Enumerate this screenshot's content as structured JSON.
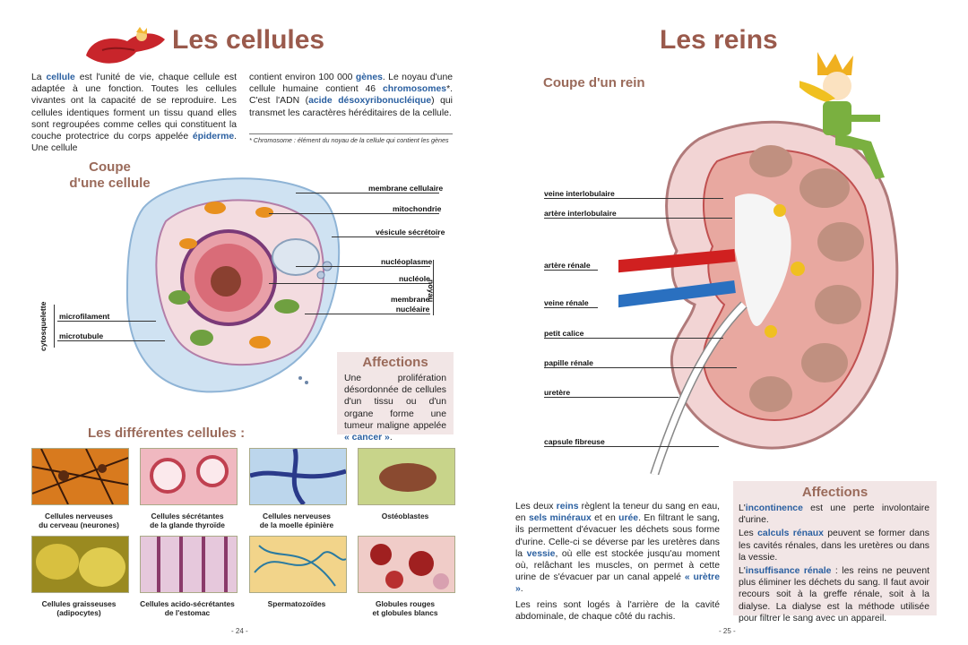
{
  "left": {
    "title": "Les cellules",
    "intro_col1": [
      {
        "t": "La "
      },
      {
        "t": "cellule",
        "k": true
      },
      {
        "t": " est l'unité de vie, chaque cellule est adaptée à une fonction. Toutes les cellules vivantes ont la capacité de se reproduire. Les cellules identiques forment un tissu quand elles sont regroupées comme celles qui constituent la couche protectrice du corps appelée "
      },
      {
        "t": "épiderme",
        "k": true
      },
      {
        "t": ". Une cellule"
      }
    ],
    "intro_col2": [
      {
        "t": "contient environ 100 000 "
      },
      {
        "t": "gènes",
        "k": true
      },
      {
        "t": ". Le noyau d'une cellule humaine contient 46 "
      },
      {
        "t": "chromosomes",
        "k": true
      },
      {
        "t": "*. C'est l'ADN ("
      },
      {
        "t": "acide désoxyribonucléique",
        "k": true
      },
      {
        "t": ") qui transmet les caractères héréditaires de la cellule."
      }
    ],
    "footnote": "* Chromosome : élément du noyau de la cellule qui contient les gènes",
    "section_title_1": "Coupe",
    "section_title_2": "d'une cellule",
    "labels": {
      "membrane": "membrane cellulaire",
      "mito": "mitochondrie",
      "vesicule": "vésicule sécrétoire",
      "nucleoplasme": "nucléoplasme",
      "nucleole": "nucléole",
      "membrane_nuc_1": "membrane",
      "membrane_nuc_2": "nucléaire",
      "noyau": "noyau",
      "microfilament": "microfilament",
      "microtubule": "microtubule",
      "cytosquelette": "cytosquelette"
    },
    "affections_title": "Affections",
    "affections_text": [
      {
        "t": "Une prolifération désordonnée de cellules d'un tissu ou d'un organe forme une tumeur maligne appelée "
      },
      {
        "t": "« cancer »",
        "k": true
      },
      {
        "t": "."
      }
    ],
    "types_title": "Les différentes cellules :",
    "cells": [
      {
        "l1": "Cellules nerveuses",
        "l2": "du cerveau (neurones)"
      },
      {
        "l1": "Cellules sécrétantes",
        "l2": "de la glande thyroïde"
      },
      {
        "l1": "Cellules nerveuses",
        "l2": "de la moelle épinière"
      },
      {
        "l1": "Ostéoblastes",
        "l2": ""
      },
      {
        "l1": "Cellules graisseuses",
        "l2": "(adipocytes)"
      },
      {
        "l1": "Cellules acido-sécrétantes",
        "l2": "de l'estomac"
      },
      {
        "l1": "Spermatozoïdes",
        "l2": ""
      },
      {
        "l1": "Globules rouges",
        "l2": "et globules blancs"
      }
    ],
    "page_number": "- 24 -"
  },
  "right": {
    "title": "Les reins",
    "section_title": "Coupe d'un rein",
    "labels": {
      "veine_inter": "veine interlobulaire",
      "artere_inter": "artère interlobulaire",
      "artere_renale": "artère rénale",
      "veine_renale": "veine rénale",
      "petit_calice": "petit calice",
      "papille": "papille rénale",
      "uretere": "uretère",
      "capsule": "capsule fibreuse"
    },
    "text_p1": [
      {
        "t": "Les deux "
      },
      {
        "t": "reins",
        "k": true
      },
      {
        "t": " règlent la teneur du sang en eau, en "
      },
      {
        "t": "sels minéraux",
        "k": true
      },
      {
        "t": " et en "
      },
      {
        "t": "urée",
        "k": true
      },
      {
        "t": ". En filtrant le sang, ils permettent d'évacuer les déchets sous forme d'urine. Celle-ci se déverse par les uretères dans la "
      },
      {
        "t": "vessie",
        "k": true
      },
      {
        "t": ", où elle est stockée jusqu'au moment où, relâchant les muscles, on permet à cette urine de s'évacuer par un canal appelé "
      },
      {
        "t": "« urètre »",
        "k": true
      },
      {
        "t": "."
      }
    ],
    "text_p2": "Les reins sont logés à l'arrière de la cavité abdominale, de chaque côté du rachis.",
    "affections_title": "Affections",
    "aff_p1": [
      {
        "t": "L'"
      },
      {
        "t": "incontinence",
        "k": true
      },
      {
        "t": " est une perte involontaire d'urine."
      }
    ],
    "aff_p2": [
      {
        "t": "Les "
      },
      {
        "t": "calculs rénaux",
        "k": true
      },
      {
        "t": " peuvent se former dans les cavités rénales, dans les uretères ou dans la vessie."
      }
    ],
    "aff_p3": [
      {
        "t": "L'"
      },
      {
        "t": "insuffisance rénale",
        "k": true
      },
      {
        "t": " : les reins ne peuvent plus éliminer les déchets du sang. Il faut avoir recours soit à la greffe rénale, soit à la dialyse. La dialyse est la méthode utilisée pour filtrer le sang avec un appareil."
      }
    ],
    "page_number": "- 25 -"
  },
  "colors": {
    "title": "#9a5a4c",
    "keyword": "#2a5fa0",
    "box": "#f2e6e6"
  }
}
